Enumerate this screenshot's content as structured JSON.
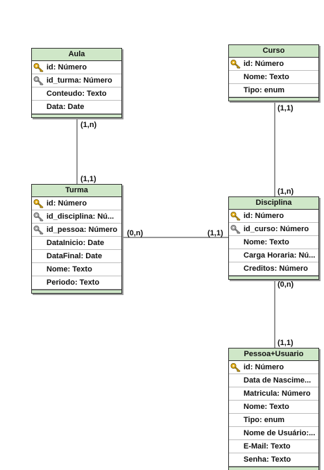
{
  "colors": {
    "header_bg": "#cfe7c8",
    "primary_key_icon": "#e8b21a",
    "foreign_key_icon": "#a8a8a8",
    "border": "#2f2f2f"
  },
  "entities": {
    "aula": {
      "title": "Aula",
      "attributes": [
        {
          "text": "id: Número",
          "icon": "primary-key-icon"
        },
        {
          "text": "id_turma: Número",
          "icon": "foreign-key-icon"
        },
        {
          "text": "Conteudo: Texto",
          "icon": ""
        },
        {
          "text": "Data: Date",
          "icon": ""
        }
      ]
    },
    "curso": {
      "title": "Curso",
      "attributes": [
        {
          "text": "id: Número",
          "icon": "primary-key-icon"
        },
        {
          "text": "Nome: Texto",
          "icon": ""
        },
        {
          "text": "Tipo: enum",
          "icon": ""
        }
      ]
    },
    "turma": {
      "title": "Turma",
      "attributes": [
        {
          "text": "id: Número",
          "icon": "primary-key-icon"
        },
        {
          "text": "id_disciplina: Nú...",
          "icon": "foreign-key-icon"
        },
        {
          "text": "id_pessoa: Número",
          "icon": "foreign-key-icon"
        },
        {
          "text": "DataInicio: Date",
          "icon": ""
        },
        {
          "text": "DataFinal: Date",
          "icon": ""
        },
        {
          "text": "Nome: Texto",
          "icon": ""
        },
        {
          "text": "Periodo: Texto",
          "icon": ""
        }
      ]
    },
    "disciplina": {
      "title": "Disciplina",
      "attributes": [
        {
          "text": "id: Número",
          "icon": "primary-key-icon"
        },
        {
          "text": "id_curso: Número",
          "icon": "foreign-key-icon"
        },
        {
          "text": "Nome: Texto",
          "icon": ""
        },
        {
          "text": "Carga Horaria: Nú...",
          "icon": ""
        },
        {
          "text": "Creditos: Número",
          "icon": ""
        }
      ]
    },
    "pessoa": {
      "title": "Pessoa+Usuario",
      "attributes": [
        {
          "text": "id: Número",
          "icon": "primary-key-icon"
        },
        {
          "text": "Data de Nascime...",
          "icon": ""
        },
        {
          "text": "Matricula: Número",
          "icon": ""
        },
        {
          "text": "Nome: Texto",
          "icon": ""
        },
        {
          "text": "Tipo: enum",
          "icon": ""
        },
        {
          "text": "Nome de Usuário:...",
          "icon": ""
        },
        {
          "text": "E-Mail: Texto",
          "icon": ""
        },
        {
          "text": "Senha: Texto",
          "icon": ""
        }
      ]
    }
  },
  "relationships": {
    "aula_turma": {
      "aula_side": "(1,n)",
      "turma_side": "(1,1)"
    },
    "curso_disciplina": {
      "curso_side": "(1,1)",
      "disciplina_side": "(1,n)"
    },
    "turma_disciplina": {
      "turma_side": "(0,n)",
      "disciplina_side": "(1,1)"
    },
    "disciplina_pessoa": {
      "disciplina_side": "(0,n)",
      "pessoa_side": "(1,1)"
    }
  }
}
